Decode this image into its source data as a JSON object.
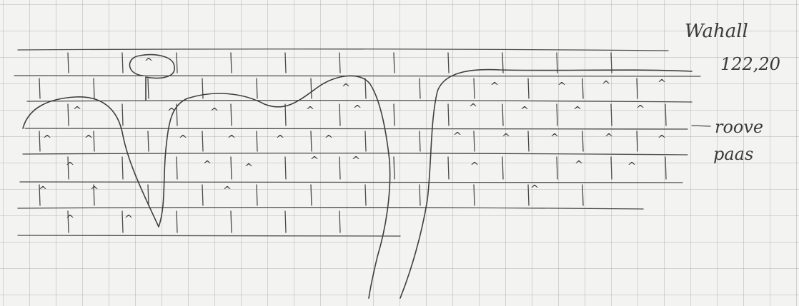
{
  "notes": {
    "top_label": "Wahall",
    "value": "122,20",
    "side_label_line1": "roove",
    "side_label_line2": "paas"
  },
  "mark_glyph": "^"
}
